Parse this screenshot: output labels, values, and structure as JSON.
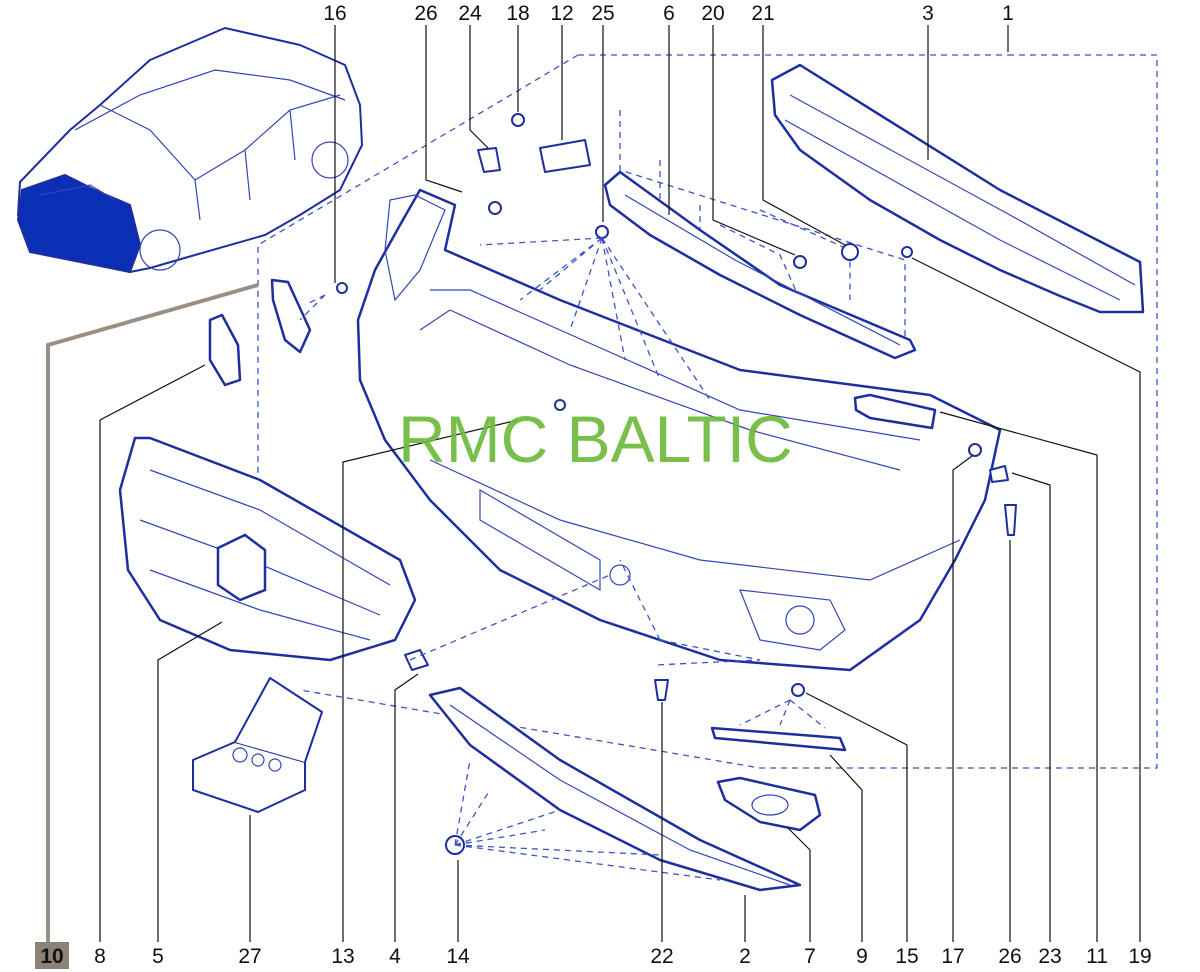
{
  "watermark": "RMC BALTIC",
  "highlighted_part": "10",
  "colors": {
    "line_art": "#1d2f9e",
    "dashed_guides": "#3a55c8",
    "vehicle_highlight": "#0a2fb4",
    "watermark": "#6dbb3c",
    "highlight_box": "#8c8278",
    "highlight_line": "#9a8f84"
  },
  "callouts_top": [
    "16",
    "26",
    "24",
    "18",
    "12",
    "25",
    "6",
    "20",
    "21",
    "3",
    "1"
  ],
  "callouts_bottom": [
    "10",
    "8",
    "5",
    "27",
    "13",
    "4",
    "14",
    "22",
    "2",
    "7",
    "9",
    "15",
    "17",
    "26",
    "23",
    "11",
    "19"
  ]
}
